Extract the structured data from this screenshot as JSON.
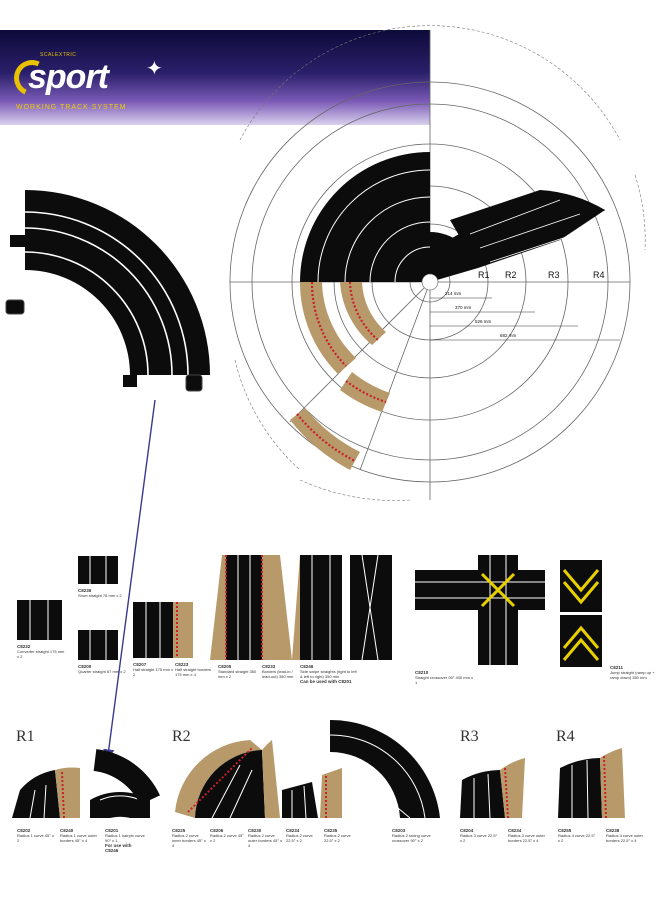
{
  "brand": {
    "small": "SCALEXTRIC",
    "name": "sport",
    "tagline": "WORKING TRACK SYSTEM"
  },
  "diagram": {
    "radius_labels": [
      "R1",
      "R2",
      "R3",
      "R4"
    ],
    "dimension_labels": [
      "214 mm",
      "370 mm",
      "526 mm",
      "682 mm"
    ]
  },
  "pieces_top": [
    {
      "code": "C8232",
      "text": "Converter straight 175 mm x 2"
    },
    {
      "code": "C8236",
      "text": "Short straight 78 mm x 2"
    },
    {
      "code": "C8200",
      "text": "Quarter straight 87 mm x 2"
    },
    {
      "code": "C8207",
      "text": "Half straight 175 mm x 2"
    },
    {
      "code": "C8223",
      "text": "Half straight borders 175 mm x 4"
    },
    {
      "code": "C8205",
      "text": "Standard straight 350 mm x 2"
    },
    {
      "code": "C8233",
      "text": "Borders (lead-in / lead-out) 350 mm"
    },
    {
      "code": "C8246",
      "text": "Side swipe straights (right to left & left to right) 350 mm",
      "note": "Can be used with C8201"
    },
    {
      "code": "C8210",
      "text": "Straight crossover 90° 400 mm x 1"
    },
    {
      "code": "C8211",
      "text": "Jump straight (ramp up + ramp down) 350 mm"
    }
  ],
  "radius_groups": [
    "R1",
    "R2",
    "R3",
    "R4"
  ],
  "pieces_bottom": [
    {
      "code": "C8202",
      "text": "Radius 1 curve 45° x 2"
    },
    {
      "code": "C8240",
      "text": "Radius 1 curve outer borders 45° x 4"
    },
    {
      "code": "C8201",
      "text": "Radius 1 hairpin curve 90° x 1",
      "note": "For use with C8246"
    },
    {
      "code": "C8225",
      "text": "Radius 2 curve inner borders 45° x 4"
    },
    {
      "code": "C8206",
      "text": "Radius 2 curve 45° x 2"
    },
    {
      "code": "C8230",
      "text": "Radius 2 curve outer borders 45° x 4"
    },
    {
      "code": "C8234",
      "text": "Radius 2 curve 22.5° x 2"
    },
    {
      "code": "C8235",
      "text": "Radius 2 curve 22.5° x 2"
    },
    {
      "code": "C8203",
      "text": "Radius 2 racing curve crossover 90° x 2"
    },
    {
      "code": "C8204",
      "text": "Radius 3 curve 22.5° x 2"
    },
    {
      "code": "C8234",
      "text": "Radius 3 curve outer borders 22.5° x 4"
    },
    {
      "code": "C8255",
      "text": "Radius 4 curve 22.5° x 2"
    },
    {
      "code": "C8238",
      "text": "Radius 4 curve outer borders 22.5° x 4"
    }
  ],
  "colors": {
    "track": "#0c0c0c",
    "border_tan": "#b89a6a",
    "kerb_red": "#c8202a",
    "arrow": "#3b3a8e",
    "jump_yellow": "#e8d000"
  },
  "icons": [
    "arrow-icon"
  ]
}
